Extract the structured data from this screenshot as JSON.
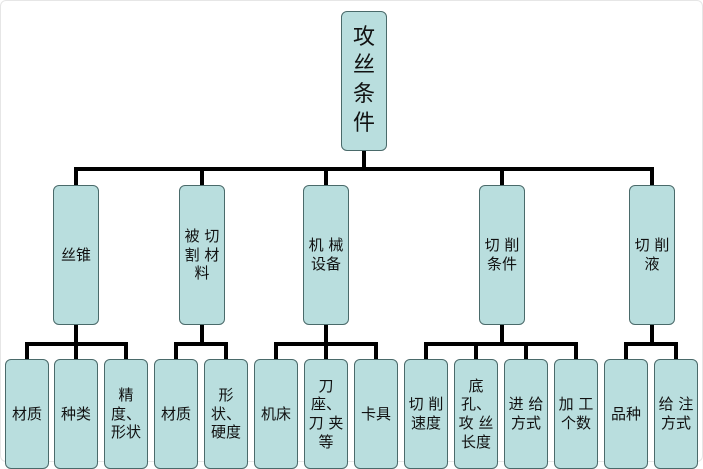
{
  "colors": {
    "node_fill": "#b9dede",
    "node_border": "#4a6a6a",
    "connector": "#000000"
  },
  "root": {
    "label": "攻\n丝\n条\n件"
  },
  "branches": [
    {
      "label": "丝锥",
      "children": [
        "材质",
        "种类",
        "精度、\n形状"
      ]
    },
    {
      "label": "被 切\n割 材\n料",
      "children": [
        "材质",
        "形状、\n硬度"
      ]
    },
    {
      "label": "机 械\n设备",
      "children": [
        "机床",
        "刀座、\n刀 夹\n等",
        "卡具"
      ]
    },
    {
      "label": "切 削\n条件",
      "children": [
        "切 削\n速度",
        "底孔、\n攻 丝\n长度",
        "进 给\n方式",
        "加 工\n个数"
      ]
    },
    {
      "label": "切 削\n液",
      "children": [
        "品种",
        "给 注\n方式"
      ]
    }
  ]
}
